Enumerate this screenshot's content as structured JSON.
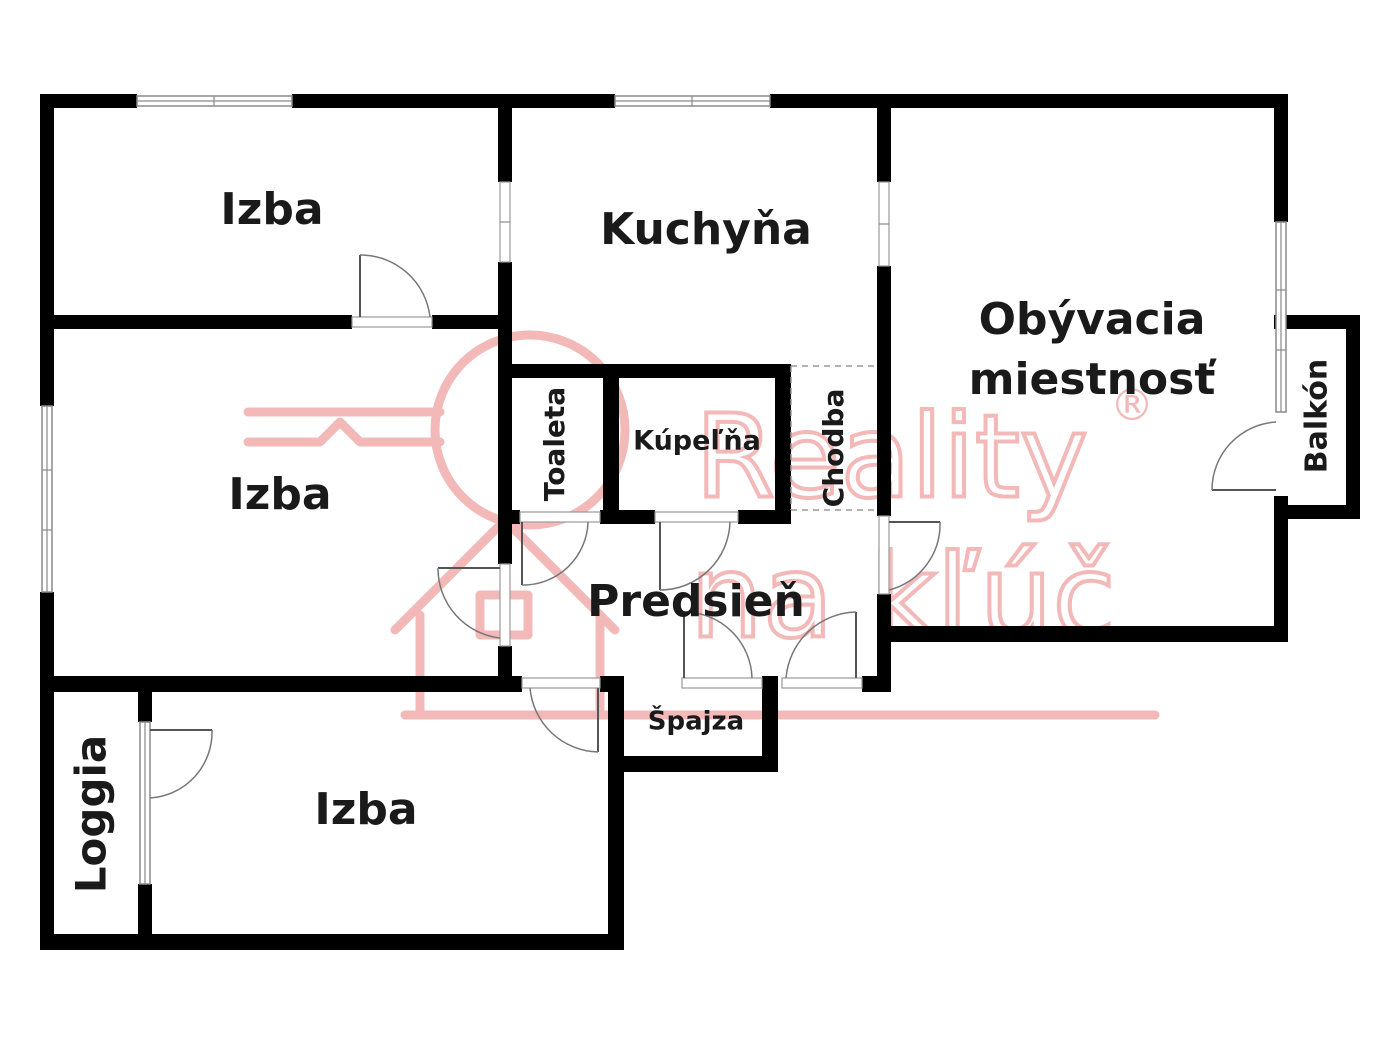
{
  "rooms": {
    "izba_top": "Izba",
    "kuchyna": "Kuchyňa",
    "obyvacia_line1": "Obývacia",
    "obyvacia_line2": "miestnosť",
    "balkon": "Balkón",
    "izba_middle": "Izba",
    "toaleta": "Toaleta",
    "kupelna": "Kúpeľňa",
    "chodba": "Chodba",
    "predsien": "Predsieň",
    "spajza": "Špajza",
    "loggia": "Loggia",
    "izba_bottom": "Izba"
  },
  "watermark": {
    "word1": "Reality",
    "word2": "na kľúč",
    "registered": "®",
    "color": "#f3b8b8"
  },
  "colors": {
    "wall": "#000000",
    "label": "#1a1a1a",
    "background": "#ffffff"
  }
}
